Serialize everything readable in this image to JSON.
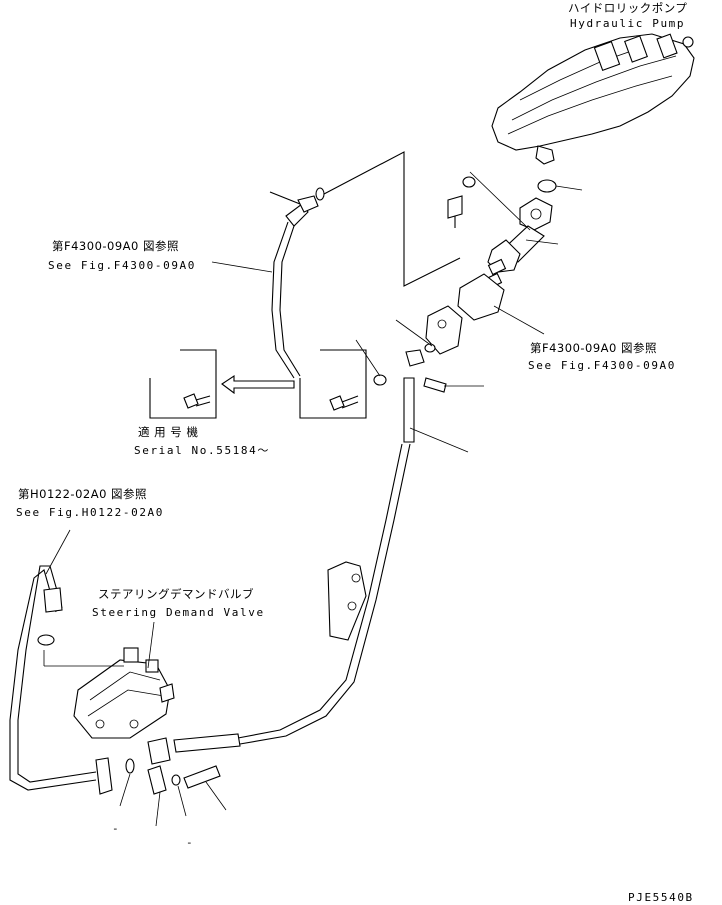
{
  "labels": {
    "pump_jp": "ハイドロリックポンプ",
    "pump_en": "Hydraulic Pump",
    "ref1_jp": "第F4300-09A0 図参照",
    "ref1_en": "See Fig.F4300-09A0",
    "ref2_jp": "第F4300-09A0 図参照",
    "ref2_en": "See Fig.F4300-09A0",
    "serial_jp": "適 用 号 機",
    "serial_en": "Serial No.55184～",
    "ref3_jp": "第H0122-02A0 図参照",
    "ref3_en": "See Fig.H0122-02A0",
    "valve_jp": "ステアリングデマンドバルブ",
    "valve_en": "Steering Demand Valve",
    "drawing_code": "PJE5540B",
    "dash1": "-",
    "dash2": "-"
  }
}
